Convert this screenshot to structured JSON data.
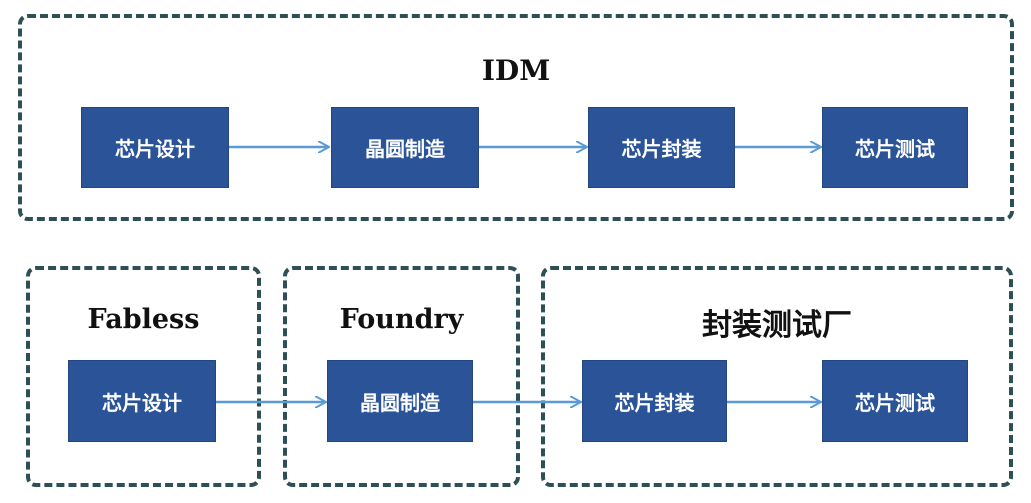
{
  "idm": {
    "title": "IDM",
    "steps": [
      "芯片设计",
      "晶圆制造",
      "芯片封装",
      "芯片测试"
    ]
  },
  "fabless": {
    "title": "Fabless",
    "steps": [
      "芯片设计"
    ]
  },
  "foundry": {
    "title": "Foundry",
    "steps": [
      "晶圆制造"
    ]
  },
  "osat": {
    "title": "封装测试厂",
    "steps": [
      "芯片封装",
      "芯片测试"
    ]
  },
  "colors": {
    "box_fill": "#2a5398",
    "box_text": "#ffffff",
    "arrow": "#5b9bd5",
    "dashed_border": "#2f4f57"
  }
}
